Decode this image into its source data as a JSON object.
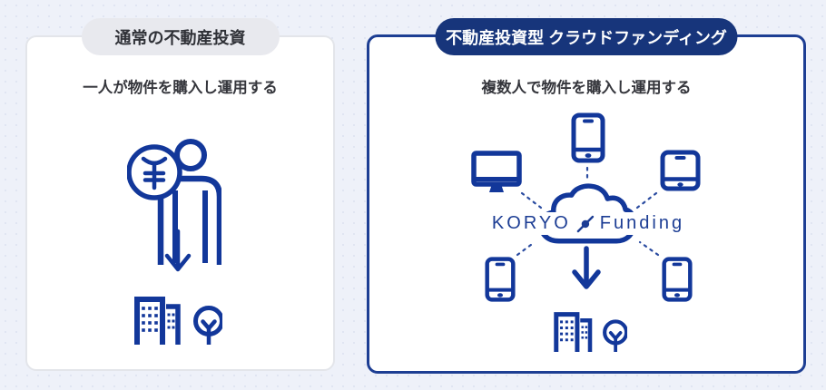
{
  "page": {
    "background": "#eef1f9",
    "card_background": "#ffffff"
  },
  "colors": {
    "icon_blue": "#12379a",
    "navy_pill": "#17357b",
    "right_card_border": "#1d3e93",
    "left_pill_bg": "#e8e9ee",
    "text_dark": "#35363c",
    "brand_text": "#1c3d94"
  },
  "left_panel": {
    "title": "通常の不動産投資",
    "description": "一人が物件を購入し運用する",
    "icons": {
      "person_with_yen": "person outline with yen coin",
      "down_arrow": "downward arrow",
      "buildings_tree": "office buildings with tree"
    }
  },
  "right_panel": {
    "title": "不動産投資型 クラウドファンディング",
    "description": "複数人で物件を購入し運用する",
    "cloud": {
      "brand_left": "KORYO",
      "brand_right": "Funding",
      "logo_mark": "diagonal slash with dot"
    },
    "icons": {
      "desktop": "desktop monitor",
      "smartphone_top": "smartphone",
      "tablet": "tablet",
      "smartphone_bottom_left": "smartphone",
      "smartphone_bottom_right": "smartphone",
      "cloud": "cloud outline",
      "down_arrow": "downward arrow",
      "buildings_tree": "office buildings with tree"
    }
  }
}
